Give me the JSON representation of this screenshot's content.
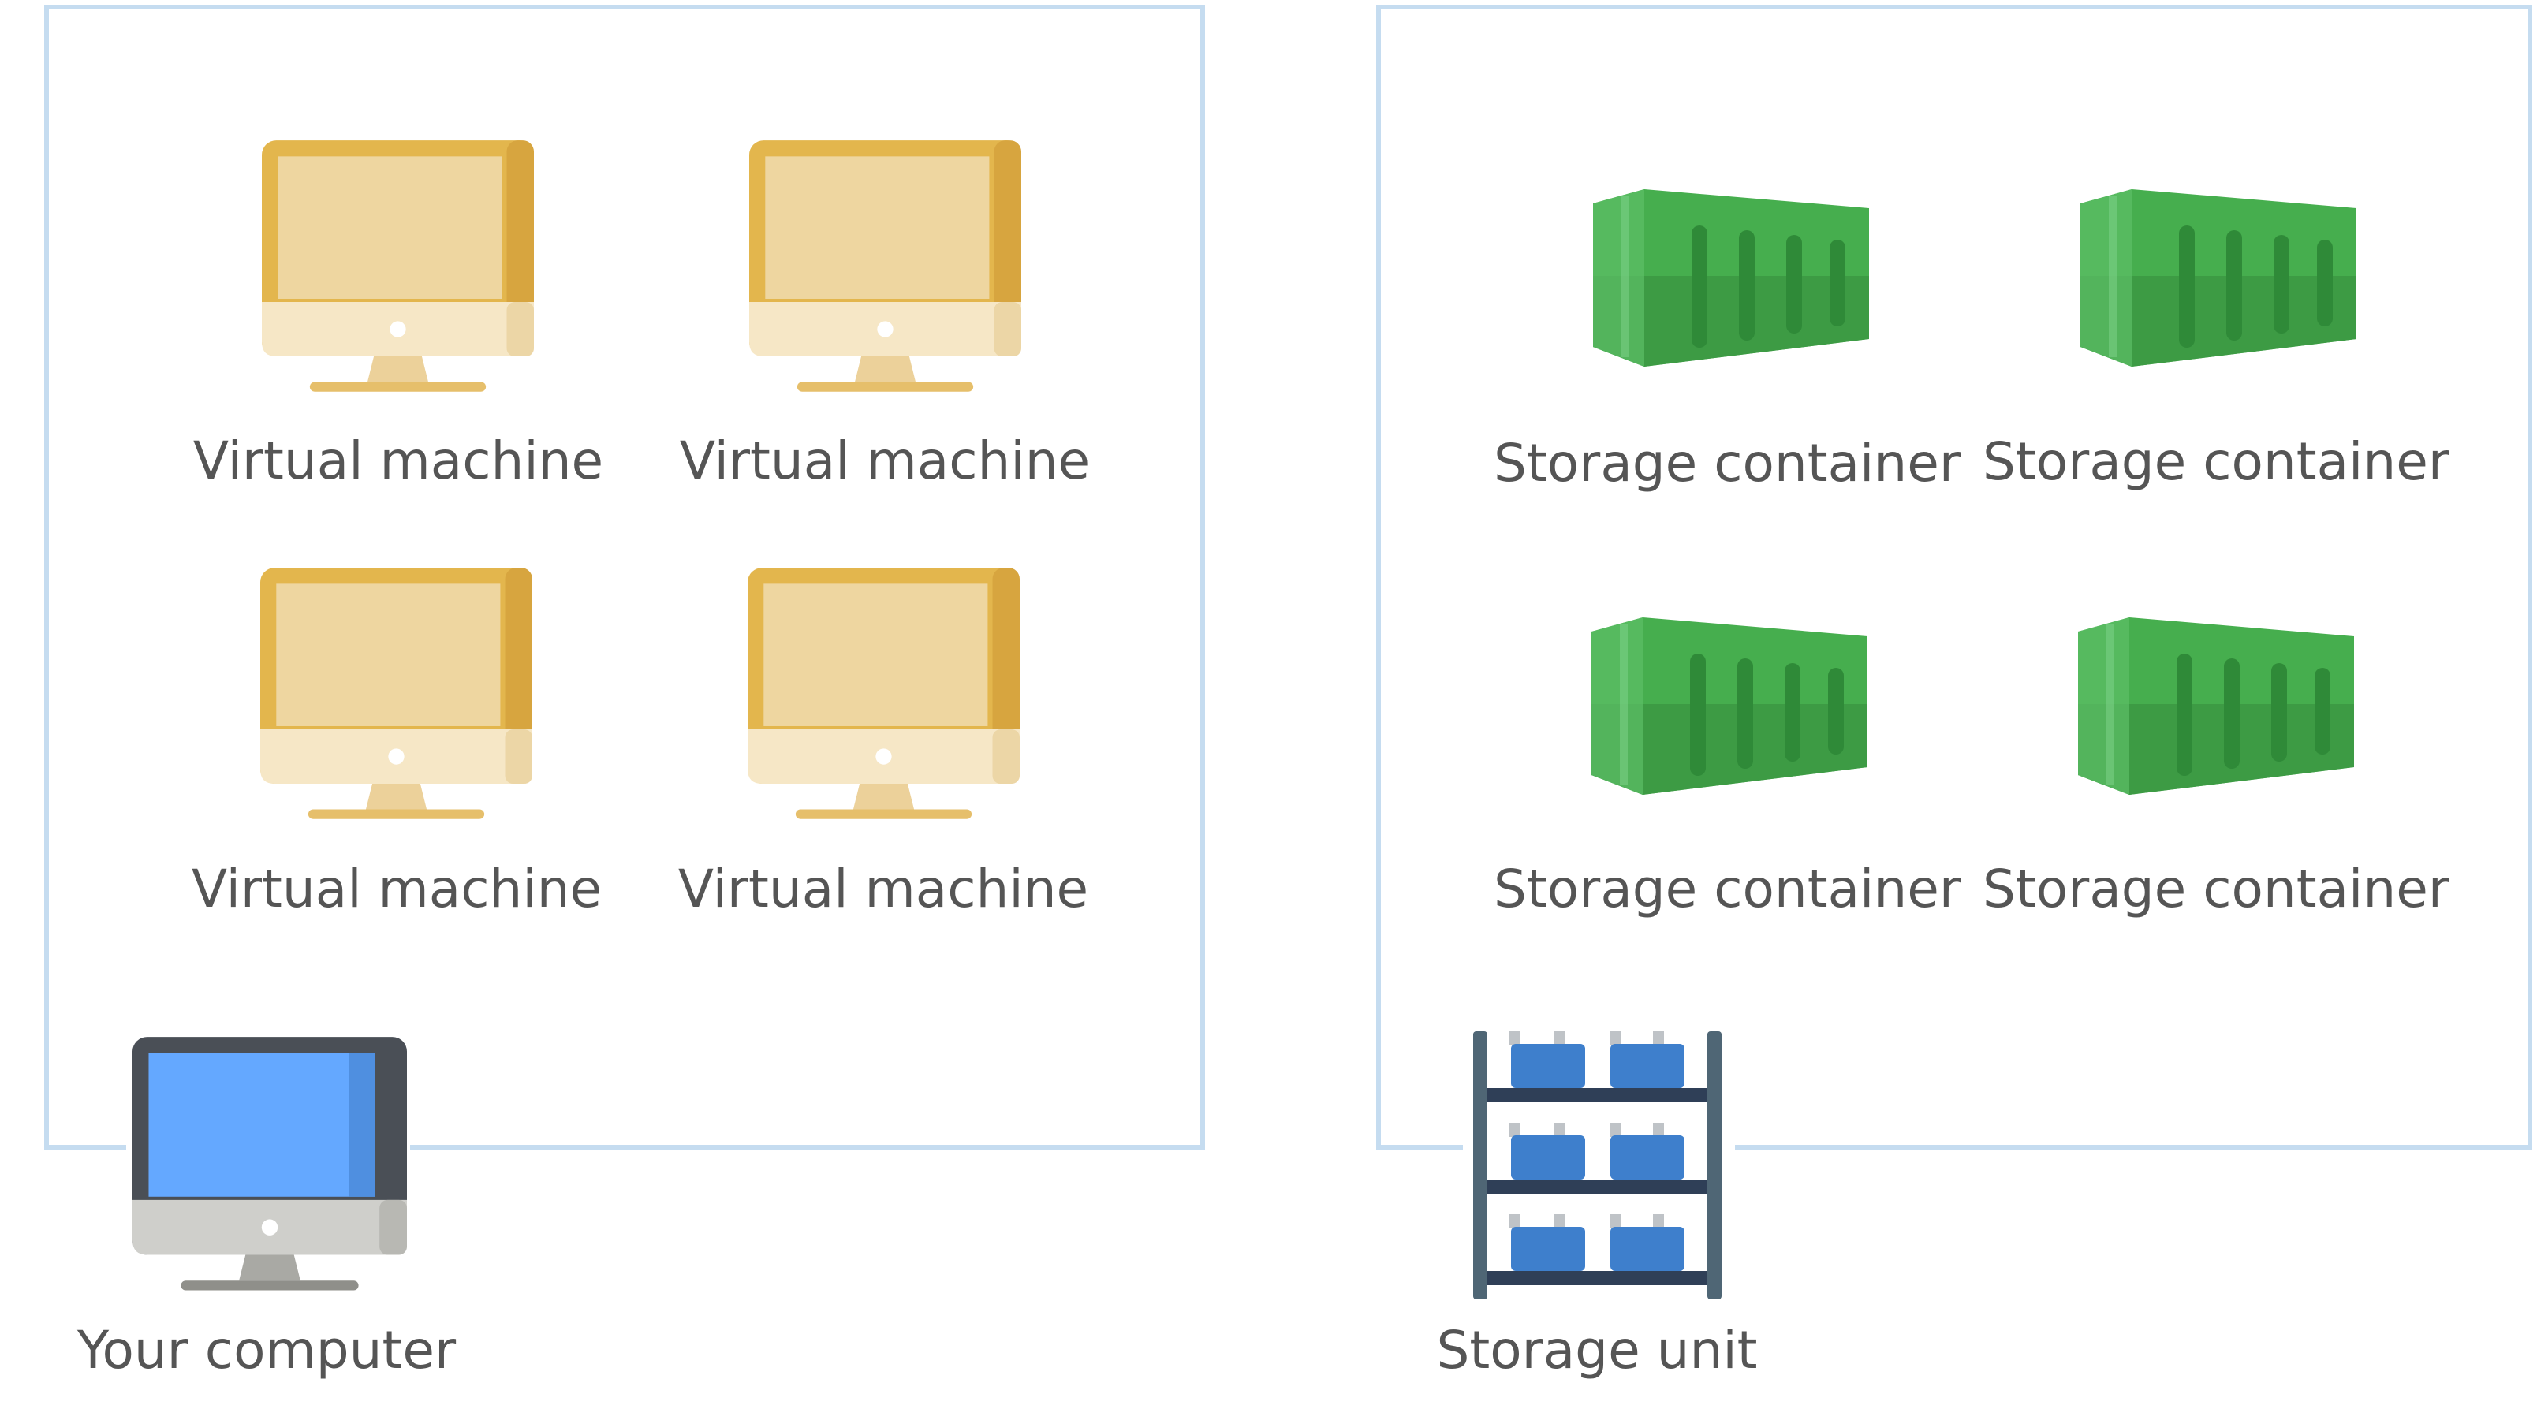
{
  "groups": {
    "compute": {
      "items": [
        {
          "label": "Virtual machine"
        },
        {
          "label": "Virtual machine"
        },
        {
          "label": "Virtual machine"
        },
        {
          "label": "Virtual machine"
        }
      ],
      "owner_label": "Your computer"
    },
    "storage": {
      "items": [
        {
          "label": "Storage container"
        },
        {
          "label": "Storage container"
        },
        {
          "label": "Storage container"
        },
        {
          "label": "Storage container"
        }
      ],
      "owner_label": "Storage unit"
    }
  },
  "icons": {
    "vm": "virtual-machine-monitor-icon",
    "container": "shipping-container-icon",
    "computer": "desktop-computer-icon",
    "storage_unit": "storage-shelf-icon"
  },
  "colors": {
    "border": "#c5dcf0",
    "vm_frame": "#e3b64d",
    "vm_screen": "#eed6a0",
    "container_green": "#47a84b",
    "computer_screen": "#64a8ff",
    "shelf_boxes": "#3e7fcc",
    "text": "#555555"
  }
}
